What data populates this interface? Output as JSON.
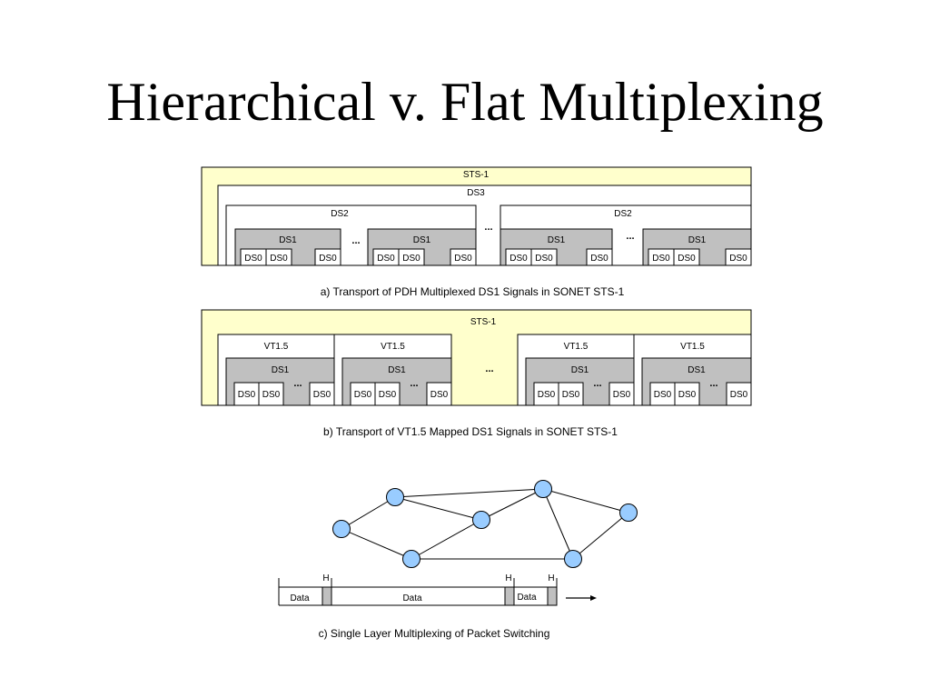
{
  "slide": {
    "title": "Hierarchical v. Flat Multiplexing"
  },
  "colors": {
    "sts_fill": "#FFFFCC",
    "ds1_fill": "#C0C0C0",
    "h_fill": "#C0C0C0",
    "node_fill": "#99CCFF"
  },
  "panel_a": {
    "sts": "STS-1",
    "ds3": "DS3",
    "ds2": "DS2",
    "ds1": "DS1",
    "ds0": "DS0",
    "ellipsis": "...",
    "caption": "a)  Transport of PDH Multiplexed DS1 Signals in SONET STS-1"
  },
  "panel_b": {
    "sts": "STS-1",
    "vt": "VT1.5",
    "ds1": "DS1",
    "ds0": "DS0",
    "ellipsis": "...",
    "caption": "b)  Transport of VT1.5 Mapped DS1 Signals in SONET STS-1"
  },
  "panel_c": {
    "header": "H",
    "data": "Data",
    "caption": "c)  Single Layer Multiplexing of Packet Switching"
  }
}
